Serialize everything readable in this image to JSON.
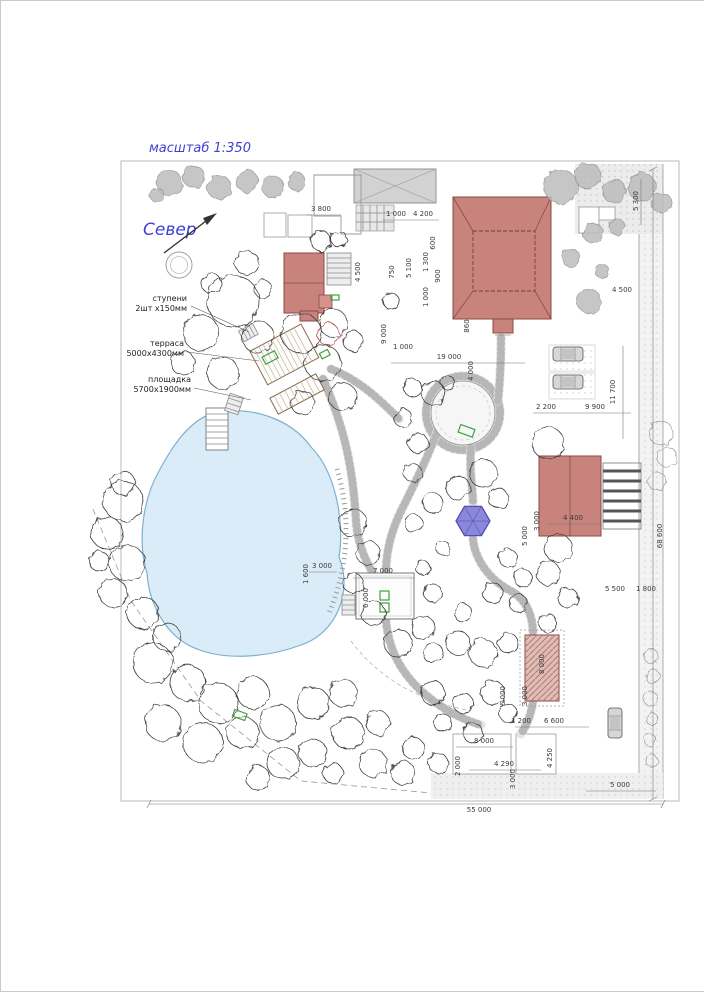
{
  "header": {
    "scale": "масштаб 1:350",
    "north": "Север"
  },
  "annotations": [
    {
      "line1": "ступени",
      "line2": "2шт х150мм"
    },
    {
      "line1": "терраса",
      "line2": "5000х4300мм"
    },
    {
      "line1": "площадка",
      "line2": "5700х1900мм"
    }
  ],
  "dims": [
    "3 800",
    "1 000",
    "4 200",
    "5 300",
    "600",
    "4 500",
    "750",
    "5 100",
    "1 300",
    "900",
    "1 000",
    "9 000",
    "1 000",
    "860",
    "19 000",
    "4 000",
    "2 200",
    "9 900",
    "11 700",
    "4 500",
    "68 600",
    "3 000",
    "5 000",
    "4 400",
    "1 600",
    "3 000",
    "7 000",
    "6 000",
    "5 500",
    "1 800",
    "8 000",
    "6 000",
    "3 000",
    "1 200",
    "6 600",
    "8 000",
    "2 000",
    "4 290",
    "3 000",
    "4 250",
    "55 000",
    "5 000"
  ],
  "colors": {
    "accent-blue": "#3f3fd4",
    "building-fill": "#c9837d",
    "building-stroke": "#8a4a44",
    "pond-fill": "#daecf7",
    "pond-stroke": "#7fb0d0",
    "tree-stroke": "#3a3a3a",
    "gray-tree": "#bcbcbc",
    "furniture-green": "#3fa23f",
    "hex-fill": "#8a88dc",
    "hex-stroke": "#4a48a8",
    "dim-color": "#3a3a3a"
  }
}
